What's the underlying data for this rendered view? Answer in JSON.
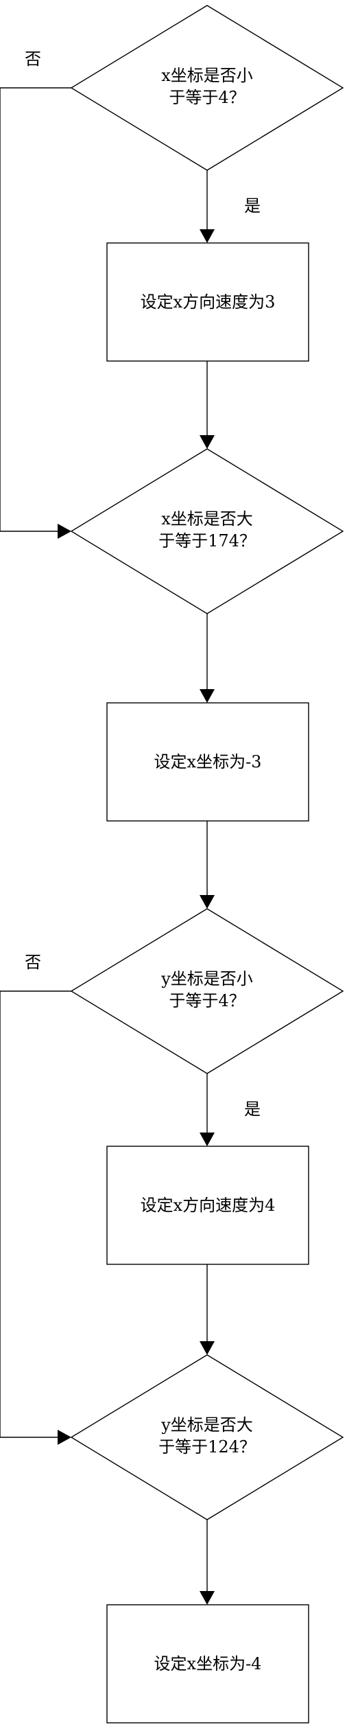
{
  "flowchart": {
    "decision_1": {
      "line1": "x坐标是否小",
      "line2": "于等于4？"
    },
    "process_1": {
      "text": "设定x方向速度为3"
    },
    "decision_2": {
      "line1": "x坐标是否大",
      "line2": "于等于174？"
    },
    "process_2": {
      "text": "设定x坐标为-3"
    },
    "decision_3": {
      "line1": "y坐标是否小",
      "line2": "于等于4？"
    },
    "process_3": {
      "text": "设定x方向速度为4"
    },
    "decision_4": {
      "line1": "y坐标是否大",
      "line2": "于等于124？"
    },
    "process_4": {
      "text": "设定x坐标为-4"
    },
    "labels": {
      "no_1": "否",
      "yes_1": "是",
      "no_2": "否",
      "yes_2": "是"
    },
    "colors": {
      "stroke": "#000000",
      "background": "#ffffff"
    }
  }
}
